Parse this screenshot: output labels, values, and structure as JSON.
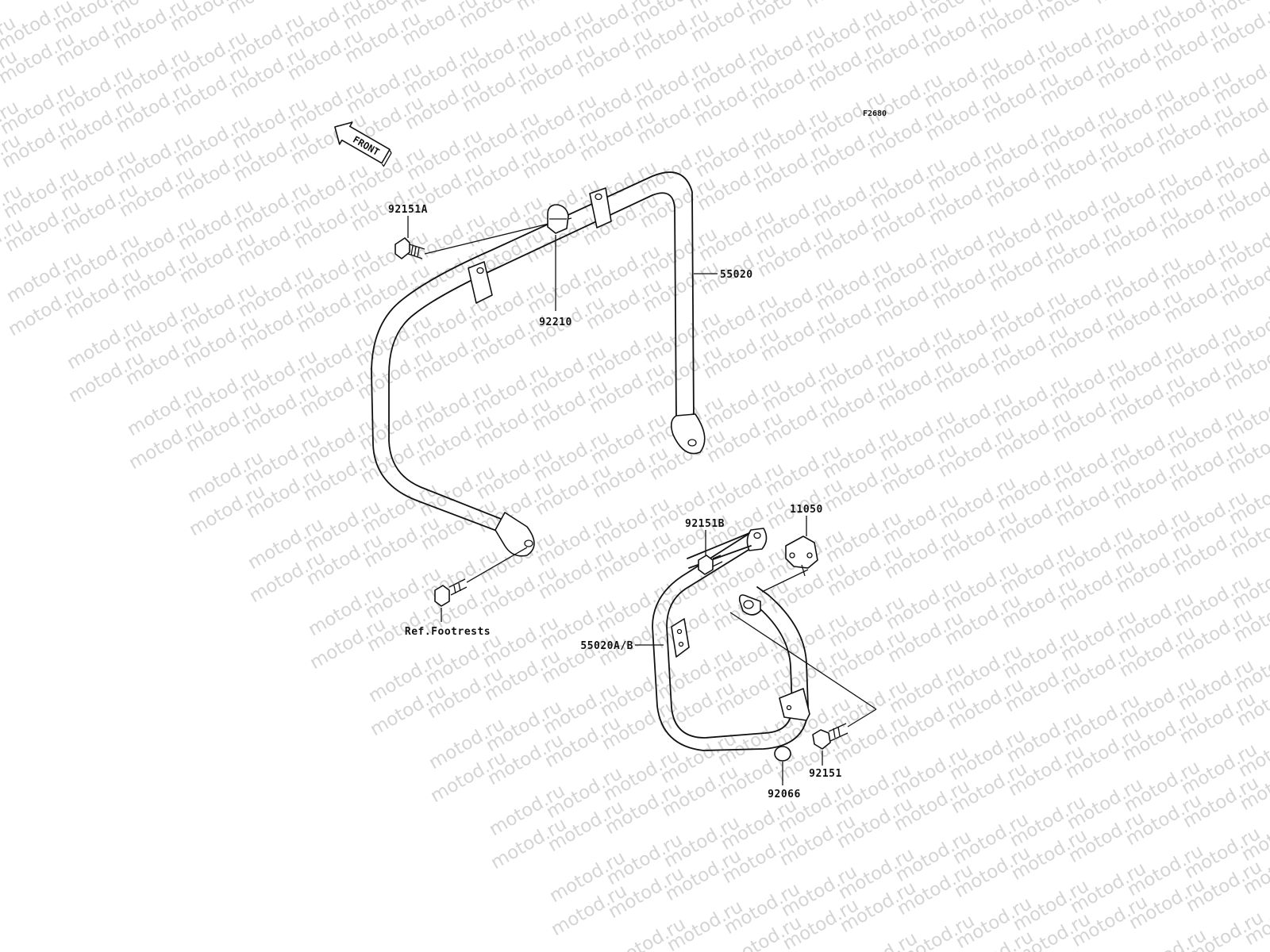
{
  "diagram": {
    "figure_code": "F2680",
    "front_marker": "FRONT",
    "watermark_text": "motod.ru",
    "parts": [
      {
        "id": "92151A",
        "name": "bolt"
      },
      {
        "id": "92210",
        "name": "cap-nut"
      },
      {
        "id": "55020",
        "name": "guard-bar"
      },
      {
        "id": "92151B",
        "name": "bolt"
      },
      {
        "id": "11050",
        "name": "bracket"
      },
      {
        "id": "55020A/B",
        "name": "side-guard"
      },
      {
        "id": "92151",
        "name": "bolt"
      },
      {
        "id": "92066",
        "name": "plug"
      },
      {
        "id": "Ref.Footrests",
        "name": "reference"
      }
    ]
  }
}
